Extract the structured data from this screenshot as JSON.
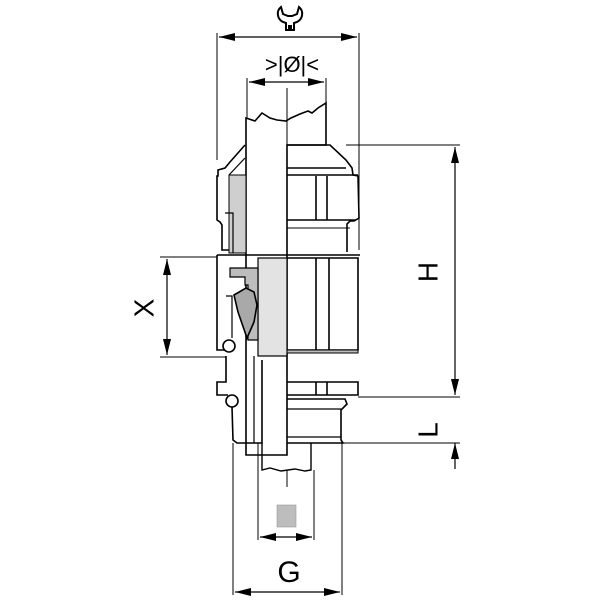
{
  "drawing": {
    "type": "cable gland technical dimension drawing",
    "dimensions": {
      "wrench_symbol": "wrench-icon",
      "diameter_label": ">|Ø|<",
      "height_label": "H",
      "length_label": "L",
      "seal_label": "X",
      "thread_label": "G"
    },
    "colors": {
      "line": "#000000",
      "fill_light": "#e3e3e3",
      "fill_mid": "#bdbdbd",
      "fill_dark": "#a9a9a9",
      "background": "#ffffff"
    }
  }
}
